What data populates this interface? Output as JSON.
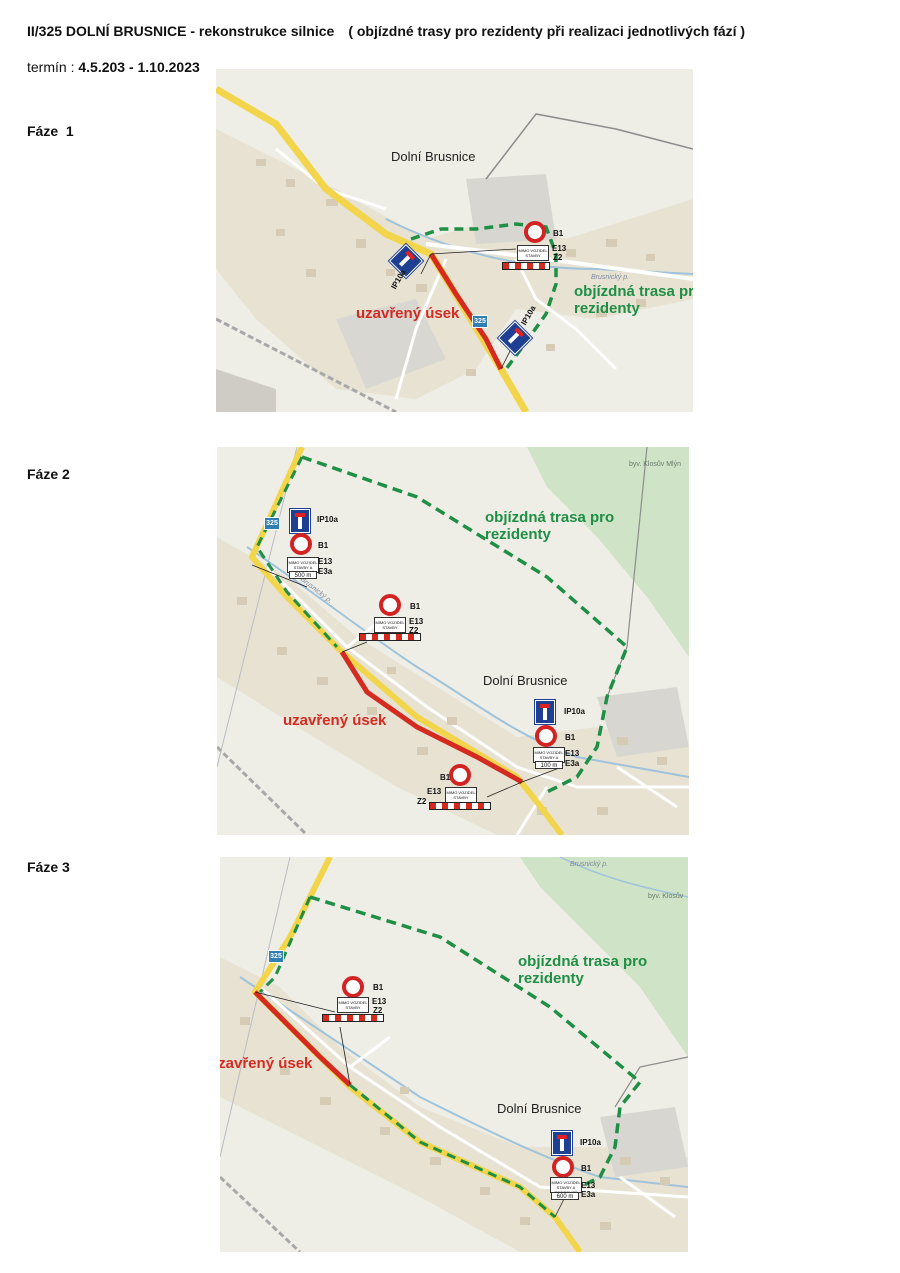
{
  "header": {
    "title": "II/325 DOLNÍ BRUSNICE - rekonstrukce silnice",
    "subtitle": "( objízdné trasy pro rezidenty při realizaci jednotlivých fází )",
    "term_label": "termín :",
    "term_value": "4.5.203 - 1.10.2023"
  },
  "colors": {
    "closed": "#d42a20",
    "detour": "#1e8f45",
    "road": "#f2d54a",
    "map_bg": "#efeee6"
  },
  "phases": [
    {
      "label": "Fáze  1",
      "town": "Dolní Brusnice",
      "closed": "uzavřený úsek",
      "detour": "objízdná trasa pro rezidenty",
      "road_number": "325",
      "stream": "Brusnický p.",
      "signs": {
        "b1": "B1",
        "e13": "E13",
        "z2": "Z2",
        "ip_top": "IP10a",
        "ip_left": "IP10a",
        "sign_text": "MIMO VOZIDEL STAVBY"
      }
    },
    {
      "label": "Fáze 2",
      "town": "Dolní Brusnice",
      "closed": "uzavřený úsek",
      "detour": "objízdná trasa pro rezidenty",
      "road_number": "325",
      "stream": "Brusnický p.",
      "chalet": "byv. Klosův Mlýn",
      "signs": {
        "ip_a": "IP10a",
        "b1_a": "B1",
        "e13_a": "E13",
        "e3a_a": "E3a",
        "dist_a": "500 m",
        "b1_b": "B1",
        "e13_b": "E13",
        "z2_b": "Z2",
        "ip_c": "IP10a",
        "b1_c": "B1",
        "e13_c": "E13",
        "e3a_c": "E3a",
        "dist_c": "100 m",
        "b1_d": "B1",
        "e13_d": "E13",
        "z2_d": "Z2",
        "sign_text": "MIMO VOZIDEL STAVBY",
        "sign_text2": "MIMO VOZIDEL STAVBY A REZIDENTŮ"
      }
    },
    {
      "label": "Fáze 3",
      "town": "Dolní Brusnice",
      "closed": "uzavřený úsek",
      "detour": "objízdná trasa pro rezidenty",
      "road_number": "325",
      "stream": "Brusnický p.",
      "chalet": "byv. Klosův",
      "signs": {
        "b1_a": "B1",
        "e13_a": "E13",
        "z2_a": "Z2",
        "ip_b": "IP10a",
        "b1_b": "B1",
        "e13_b": "E13",
        "e3a_b": "E3a",
        "dist_b": "600 m",
        "sign_text": "MIMO VOZIDEL STAVBY",
        "sign_text2": "MIMO VOZIDEL STAVBY A REZIDENTŮ"
      }
    }
  ]
}
